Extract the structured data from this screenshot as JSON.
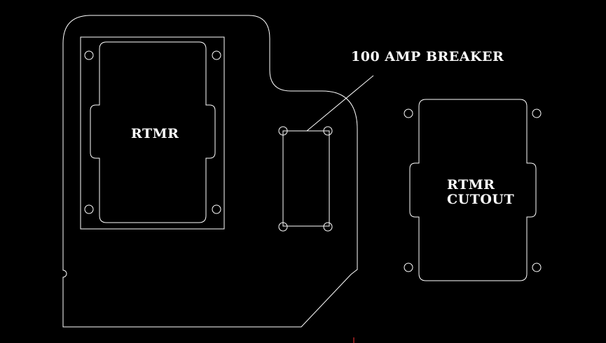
{
  "drawing": {
    "background_color": "#000000",
    "line_color": "#ffffff",
    "labels": {
      "breaker": "100 AMP BREAKER",
      "rtmr": "RTMR",
      "cutout_line1": "RTMR",
      "cutout_line2": "CUTOUT"
    }
  }
}
